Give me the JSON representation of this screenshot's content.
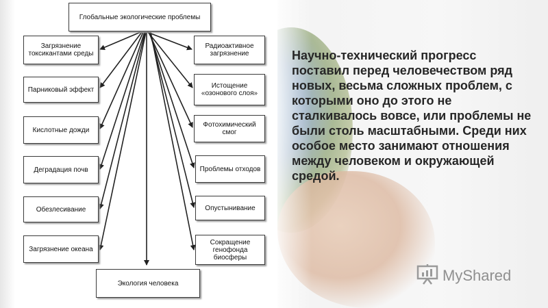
{
  "diagram": {
    "root": "Глобальные экологические проблемы",
    "left_boxes": [
      "Загрязнение токсикантами среды",
      "Парниковый эффект",
      "Кислотные дожди",
      "Деградация почв",
      "Обезлесивание",
      "Загрязнение океана"
    ],
    "right_boxes": [
      "Радиоактивное загрязнение",
      "Истощение «озонового слоя»",
      "Фотохимический смог",
      "Проблемы отходов",
      "Опустынивание",
      "Сокращение генофонда биосферы"
    ],
    "bottom_box": "Экология человека"
  },
  "text": {
    "paragraph": "Научно-технический прогресс поставил перед человечеством ряд новых, весьма сложных проблем, с которыми оно до этого не сталкивалось вовсе, или проблемы не были столь масштабными. Среди них особое место занимают отношения между человеком и окружающей средой."
  },
  "watermark": {
    "label": "MyShared",
    "icon": "presentation-board-icon"
  }
}
